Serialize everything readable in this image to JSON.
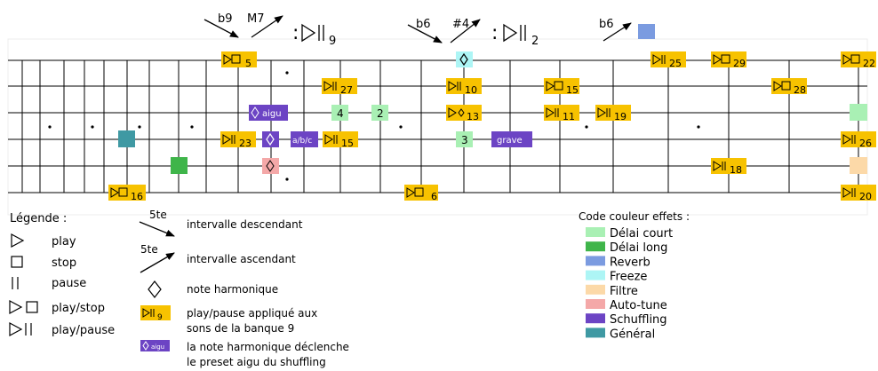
{
  "header": {
    "arrow1_label": "b9",
    "arrow2_label": "M7",
    "bank1_prefix": ":",
    "bank1_number": "9",
    "arrow3_label": "b6",
    "arrow4_label": "#4",
    "bank2_prefix": ":",
    "bank2_number": "2",
    "arrow5_label": "b6"
  },
  "tags": {
    "t5": "5",
    "t16": "16",
    "t23": "23",
    "t27": "27",
    "t15a": "15",
    "t6": "6",
    "t10": "10",
    "t13": "13",
    "t15b": "15",
    "t11": "11",
    "t19": "19",
    "t25": "25",
    "t29": "29",
    "t28": "28",
    "t18": "18",
    "t22": "22",
    "t26": "26",
    "t20": "20"
  },
  "boxes": {
    "aigu": "aigu",
    "abc": "a/b/c",
    "grave": "grave",
    "n4": "4",
    "n2": "2",
    "n3": "3"
  },
  "legend": {
    "title": "Légende :",
    "fifth": "5te",
    "desc": "intervalle descendant",
    "asc": "intervalle ascendant",
    "play": "play",
    "stop": "stop",
    "pause": "pause",
    "playstop": "play/stop",
    "playpause": "play/pause",
    "harmonic": "note harmonique",
    "bank_line1": "play/pause appliqué aux",
    "bank_line2": "sons de la banque 9",
    "sample_bank": "9",
    "sample_aigu": "aigu",
    "preset_line1": "la note harmonique déclenche",
    "preset_line2": "le preset aigu du shuffling"
  },
  "color_code": {
    "title": "Code couleur effets :",
    "items": [
      {
        "label": "Délai court",
        "color": "#a9f0b4"
      },
      {
        "label": "Délai long",
        "color": "#3fb54a"
      },
      {
        "label": "Reverb",
        "color": "#7b9be0"
      },
      {
        "label": "Freeze",
        "color": "#adf5f5"
      },
      {
        "label": "Filtre",
        "color": "#fcd9a8"
      },
      {
        "label": "Auto-tune",
        "color": "#f4a8a8"
      },
      {
        "label": "Schuffling",
        "color": "#6c44c4"
      },
      {
        "label": "Général",
        "color": "#3f99a3"
      }
    ]
  }
}
